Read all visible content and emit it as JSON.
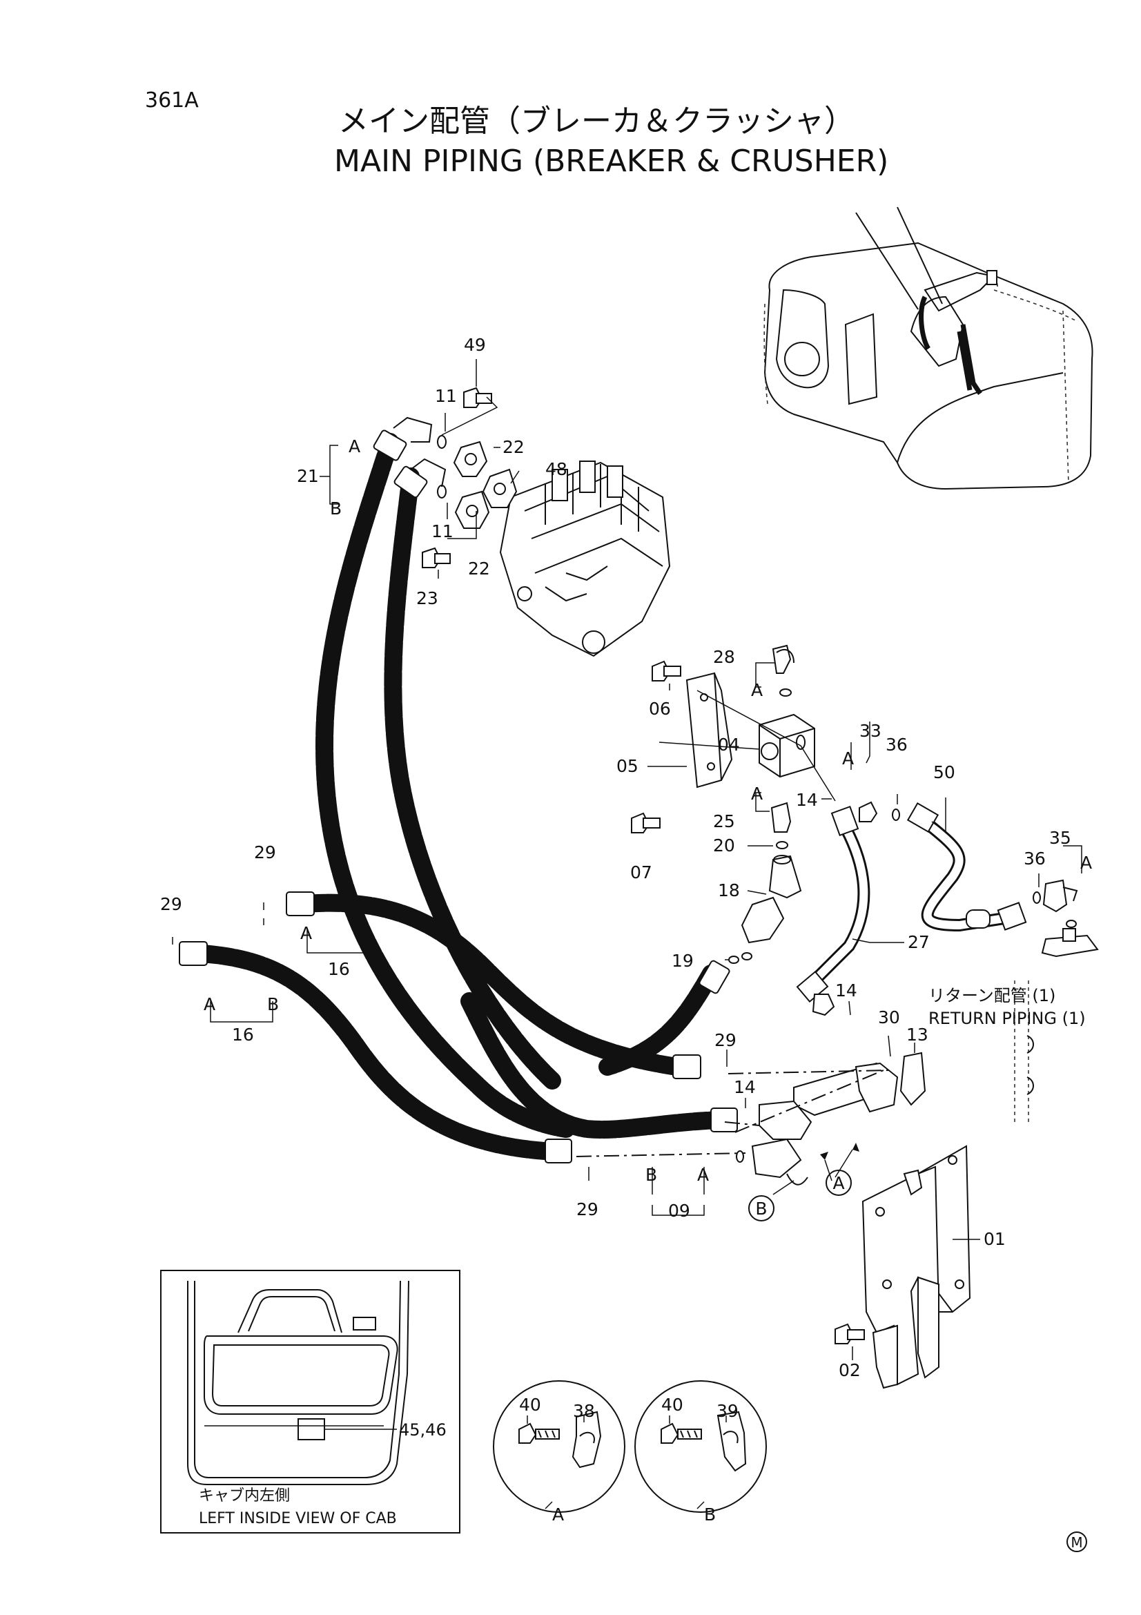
{
  "page": {
    "code": "361A",
    "title_jp": "メイン配管（ブレーカ＆クラッシャ）",
    "title_en": "MAIN PIPING (BREAKER & CRUSHER)",
    "mark": "M"
  },
  "callouts": {
    "c49": "49",
    "c11a": "11",
    "c22a": "22",
    "c48": "48",
    "c21": "21",
    "c21a": "A",
    "c21b": "B",
    "c11b": "11",
    "c22b": "22",
    "c23": "23",
    "c28": "28",
    "c28a": "A",
    "c06": "06",
    "c04": "04",
    "c05": "05",
    "c33": "33",
    "c33a": "A",
    "c36a": "36",
    "c50": "50",
    "c25": "25",
    "c25a": "A",
    "c14a": "14",
    "c07": "07",
    "c20": "20",
    "c18": "18",
    "c35": "35",
    "c35a": "A",
    "c36b": "36",
    "c19": "19",
    "c27": "27",
    "c29a": "29",
    "c29b": "29",
    "c16a_a": "A",
    "c16a_b": "B",
    "c16a": "16",
    "c16b_a": "A",
    "c16b_b": "B",
    "c16b": "16",
    "c14b": "14",
    "c30": "30",
    "c13": "13",
    "c29c": "29",
    "c14c": "14",
    "c09_b": "B",
    "c09_a": "A",
    "c09": "09",
    "c29d": "29",
    "cA": "A",
    "cB": "B",
    "c01": "01",
    "c02": "02",
    "c40a": "40",
    "c38": "38",
    "c40b": "40",
    "c39": "39",
    "detailA": "A",
    "detailB": "B",
    "c4546": "45,46"
  },
  "return_piping": {
    "jp": "リターン配管 (1)",
    "en": "RETURN PIPING (1)"
  },
  "cab_view": {
    "jp": "キャブ内左側",
    "en": "LEFT INSIDE VIEW OF CAB"
  }
}
